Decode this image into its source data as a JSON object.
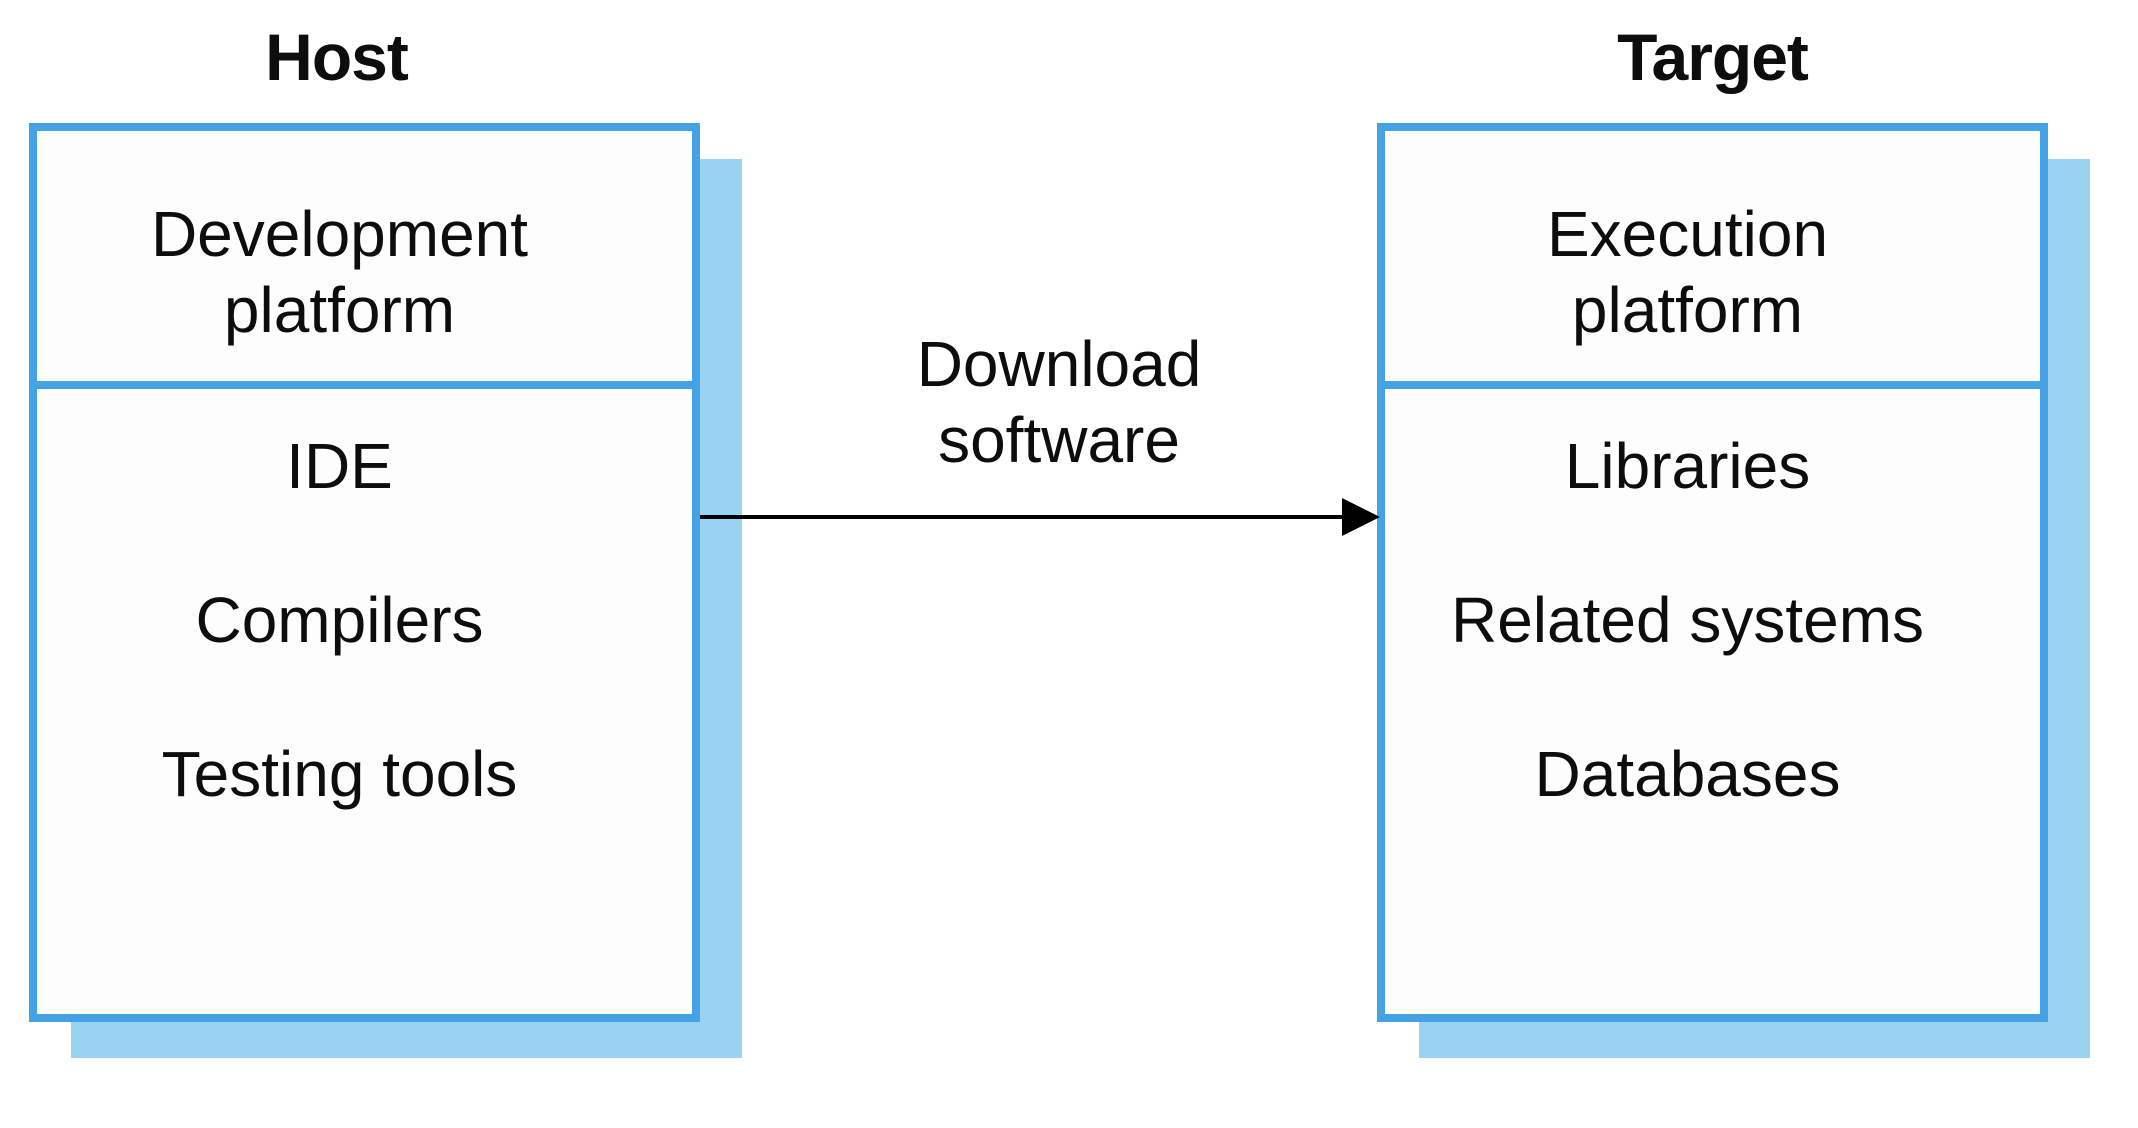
{
  "diagram": {
    "host": {
      "title": "Host",
      "header": "Development\nplatform",
      "items": [
        "IDE",
        "Compilers",
        "Testing tools"
      ]
    },
    "target": {
      "title": "Target",
      "header": "Execution\nplatform",
      "items": [
        "Libraries",
        "Related systems",
        "Databases"
      ]
    },
    "arrow": {
      "label": "Download\nsoftware",
      "direction": "host-to-target"
    },
    "colors": {
      "border": "#45a2e5",
      "shadow": "#98d3f1",
      "arrow": "#000000",
      "text": "#0d0d0d"
    }
  }
}
